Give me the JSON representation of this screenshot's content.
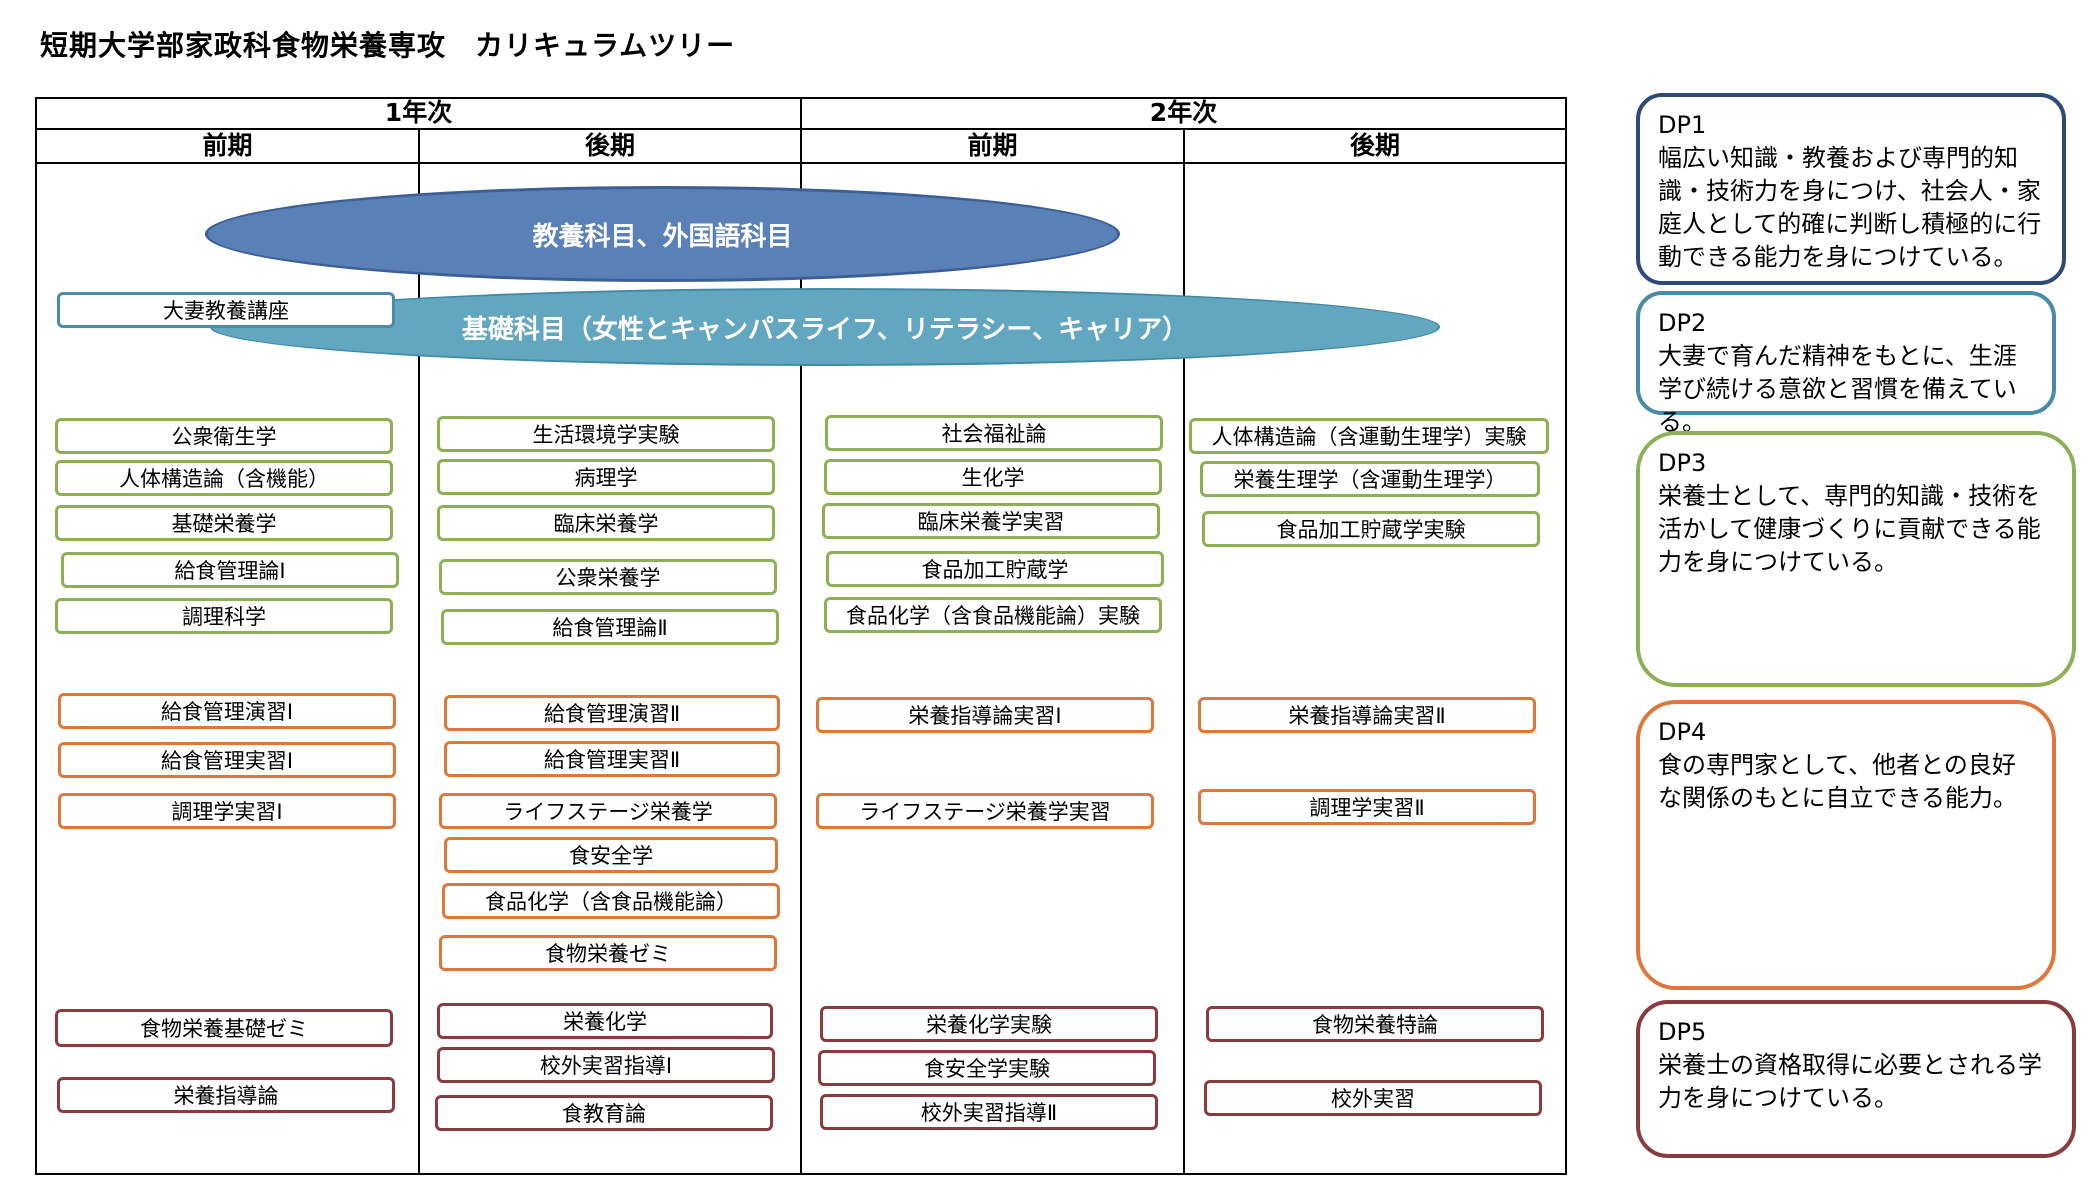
{
  "title": "短期大学部家政科食物栄養専攻　カリキュラムツリー",
  "years": [
    "1年次",
    "2年次"
  ],
  "terms": [
    "前期",
    "後期",
    "前期",
    "後期"
  ],
  "bands": {
    "liberal": "教養科目、外国語科目",
    "basic": "基礎科目（女性とキャンパスライフ、リテラシー、キャリア）",
    "lecture": "大妻教養講座"
  },
  "col1": {
    "green": [
      "公衆衛生学",
      "人体構造論（含機能）",
      "基礎栄養学",
      "給食管理論Ⅰ",
      "調理科学"
    ],
    "orange": [
      "給食管理演習Ⅰ",
      "給食管理実習Ⅰ",
      "調理学実習Ⅰ"
    ],
    "red": [
      "食物栄養基礎ゼミ",
      "栄養指導論"
    ]
  },
  "col2": {
    "green": [
      "生活環境学実験",
      "病理学",
      "臨床栄養学",
      "公衆栄養学",
      "給食管理論Ⅱ"
    ],
    "orange": [
      "給食管理演習Ⅱ",
      "給食管理実習Ⅱ",
      "ライフステージ栄養学",
      "食安全学",
      "食品化学（含食品機能論）",
      "食物栄養ゼミ"
    ],
    "red": [
      "栄養化学",
      "校外実習指導Ⅰ",
      "食教育論"
    ]
  },
  "col3": {
    "green": [
      "社会福祉論",
      "生化学",
      "臨床栄養学実習",
      "食品加工貯蔵学",
      "食品化学（含食品機能論）実験"
    ],
    "orange": [
      "栄養指導論実習Ⅰ",
      "ライフステージ栄養学実習"
    ],
    "red": [
      "栄養化学実験",
      "食安全学実験",
      "校外実習指導Ⅱ"
    ]
  },
  "col4": {
    "green": [
      "人体構造論（含運動生理学）実験",
      "栄養生理学（含運動生理学）",
      "食品加工貯蔵学実験"
    ],
    "orange": [
      "栄養指導論実習Ⅱ",
      "調理学実習Ⅱ"
    ],
    "red": [
      "食物栄養特論",
      "校外実習"
    ]
  },
  "dp": [
    {
      "label": "DP1",
      "text": "幅広い知識・教養および専門的知識・技術力を身につけ、社会人・家庭人として的確に判断し積極的に行動できる能力を身につけている。"
    },
    {
      "label": "DP2",
      "text": "大妻で育んだ精神をもとに、生涯学び続ける意欲と習慣を備えている。"
    },
    {
      "label": "DP3",
      "text": "栄養士として、専門的知識・技術を活かして健康づくりに貢献できる能力を身につけている。"
    },
    {
      "label": "DP4",
      "text": "食の専門家として、他者との良好な関係のもとに自立できる能力。"
    },
    {
      "label": "DP5",
      "text": "栄養士の資格取得に必要とされる学力を身につけている。"
    }
  ],
  "colors": {
    "green": "#8db055",
    "orange": "#e0773a",
    "red": "#8b3a3e",
    "teal": "#4a8ca8",
    "dp1": "#2c4a7a",
    "dp2": "#4a8ca8",
    "dp3": "#8db055",
    "dp4": "#e0773a",
    "dp5": "#8b3a3e",
    "ellipse_liberal": "#5a80b8",
    "ellipse_basic": "#63a6bf"
  }
}
